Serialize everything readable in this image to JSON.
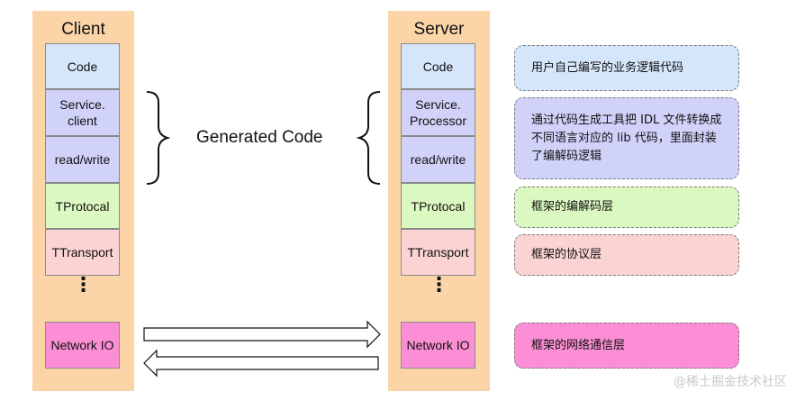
{
  "client": {
    "title": "Client",
    "layers": [
      "Code",
      "Service.\nclient",
      "read/write",
      "TProtocal",
      "TTransport"
    ],
    "dots": "⋮",
    "network": "Network IO"
  },
  "server": {
    "title": "Server",
    "layers": [
      "Code",
      "Service.\nProcessor",
      "read/write",
      "TProtocal",
      "TTransport"
    ],
    "dots": "⋮",
    "network": "Network IO"
  },
  "generated_label": "Generated Code",
  "notes": [
    "用户自己编写的业务逻辑代码",
    "通过代码生成工具把 IDL 文件转换成不同语言对应的 lib 代码，里面封装了编解码逻辑",
    "框架的编解码层",
    "框架的协议层",
    "框架的网络通信层"
  ],
  "watermark": "@稀土掘金技术社区",
  "colors": {
    "column": "#fbd4a8",
    "code": "#d6e6fa",
    "generated": "#d0d2f9",
    "protocol": "#dbf8c1",
    "transport": "#fcd3d3",
    "network": "#fb8ed4"
  }
}
